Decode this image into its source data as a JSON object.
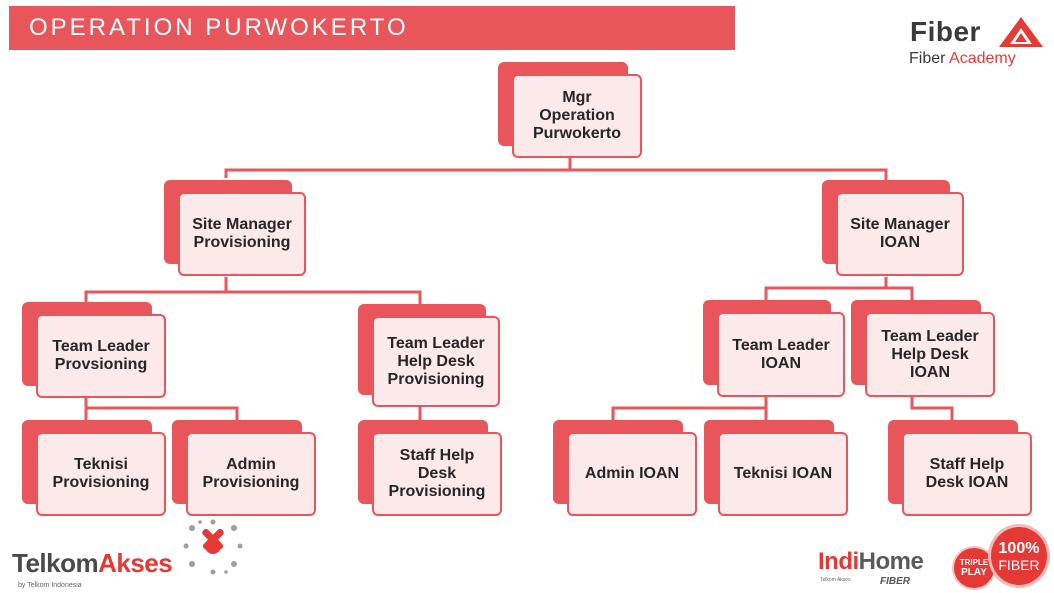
{
  "title": "OPERATION PURWOKERTO",
  "colors": {
    "accent": "#e8565b",
    "node_fill": "#fce9ea",
    "text": "#262626"
  },
  "org_chart": {
    "nodes": [
      {
        "id": "mgr",
        "label": "Mgr\nOperation\nPurwokerto"
      },
      {
        "id": "site-prov",
        "label": "Site Manager\nProvisioning"
      },
      {
        "id": "site-ioan",
        "label": "Site Manager\nIOAN"
      },
      {
        "id": "tl-prov",
        "label": "Team Leader\nProvsioning"
      },
      {
        "id": "tl-hd-prov",
        "label": "Team Leader\nHelp Desk\nProvisioning"
      },
      {
        "id": "tl-ioan",
        "label": "Team Leader\nIOAN"
      },
      {
        "id": "tl-hd-ioan",
        "label": "Team Leader\nHelp Desk\nIOAN"
      },
      {
        "id": "teknisi-prov",
        "label": "Teknisi\nProvisioning"
      },
      {
        "id": "admin-prov",
        "label": "Admin\nProvisioning"
      },
      {
        "id": "staff-hd-prov",
        "label": "Staff Help\nDesk\nProvisioning"
      },
      {
        "id": "admin-ioan",
        "label": "Admin IOAN"
      },
      {
        "id": "teknisi-ioan",
        "label": "Teknisi IOAN"
      },
      {
        "id": "staff-hd-ioan",
        "label": "Staff Help\nDesk IOAN"
      }
    ],
    "edges": [
      [
        "mgr",
        "site-prov"
      ],
      [
        "mgr",
        "site-ioan"
      ],
      [
        "site-prov",
        "tl-prov"
      ],
      [
        "site-prov",
        "tl-hd-prov"
      ],
      [
        "site-ioan",
        "tl-ioan"
      ],
      [
        "site-ioan",
        "tl-hd-ioan"
      ],
      [
        "tl-prov",
        "teknisi-prov"
      ],
      [
        "tl-prov",
        "admin-prov"
      ],
      [
        "tl-hd-prov",
        "staff-hd-prov"
      ],
      [
        "tl-ioan",
        "admin-ioan"
      ],
      [
        "tl-ioan",
        "teknisi-ioan"
      ],
      [
        "tl-hd-ioan",
        "staff-hd-ioan"
      ]
    ]
  },
  "logos": {
    "fiber": {
      "word": "Fiber",
      "sub_plain": "Fiber ",
      "sub_accent": "Academy"
    },
    "telkomakses": {
      "word_plain": "Telkom",
      "word_accent": "Akses",
      "byline": "by Telkom Indonesia"
    },
    "indihome": {
      "word_indi": "Indi",
      "word_home": "Home",
      "sub_small": "Telkom Akses",
      "sub_fiber": "FIBER"
    },
    "triple_play": {
      "line1": "TRIPLE",
      "line2": "PLAY"
    },
    "fiber100": {
      "line1": "100%",
      "line2": "FIBER"
    }
  }
}
